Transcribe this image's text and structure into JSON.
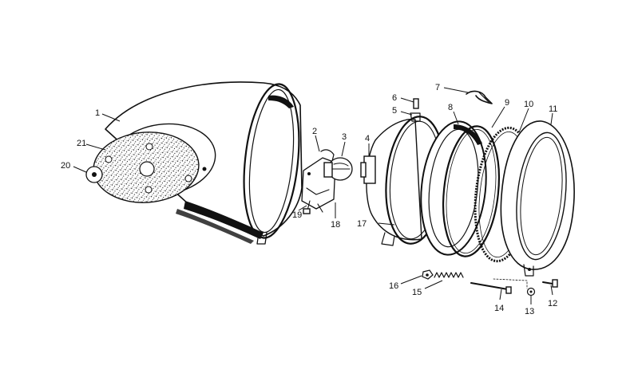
{
  "colors": {
    "ink": "#111111",
    "paper": "#ffffff",
    "gasket": "#d9d9d9"
  },
  "callouts": [
    {
      "id": "1",
      "text": "1"
    },
    {
      "id": "2",
      "text": "2"
    },
    {
      "id": "3",
      "text": "3"
    },
    {
      "id": "4",
      "text": "4"
    },
    {
      "id": "5",
      "text": "5"
    },
    {
      "id": "6",
      "text": "6"
    },
    {
      "id": "7",
      "text": "7"
    },
    {
      "id": "8",
      "text": "8"
    },
    {
      "id": "9",
      "text": "9"
    },
    {
      "id": "10",
      "text": "10"
    },
    {
      "id": "11",
      "text": "11"
    },
    {
      "id": "12",
      "text": "12"
    },
    {
      "id": "13",
      "text": "13"
    },
    {
      "id": "14",
      "text": "14"
    },
    {
      "id": "15",
      "text": "15"
    },
    {
      "id": "16",
      "text": "16"
    },
    {
      "id": "17",
      "text": "17"
    },
    {
      "id": "18",
      "text": "18"
    },
    {
      "id": "19",
      "text": "19"
    },
    {
      "id": "20",
      "text": "20"
    },
    {
      "id": "21",
      "text": "21"
    }
  ]
}
